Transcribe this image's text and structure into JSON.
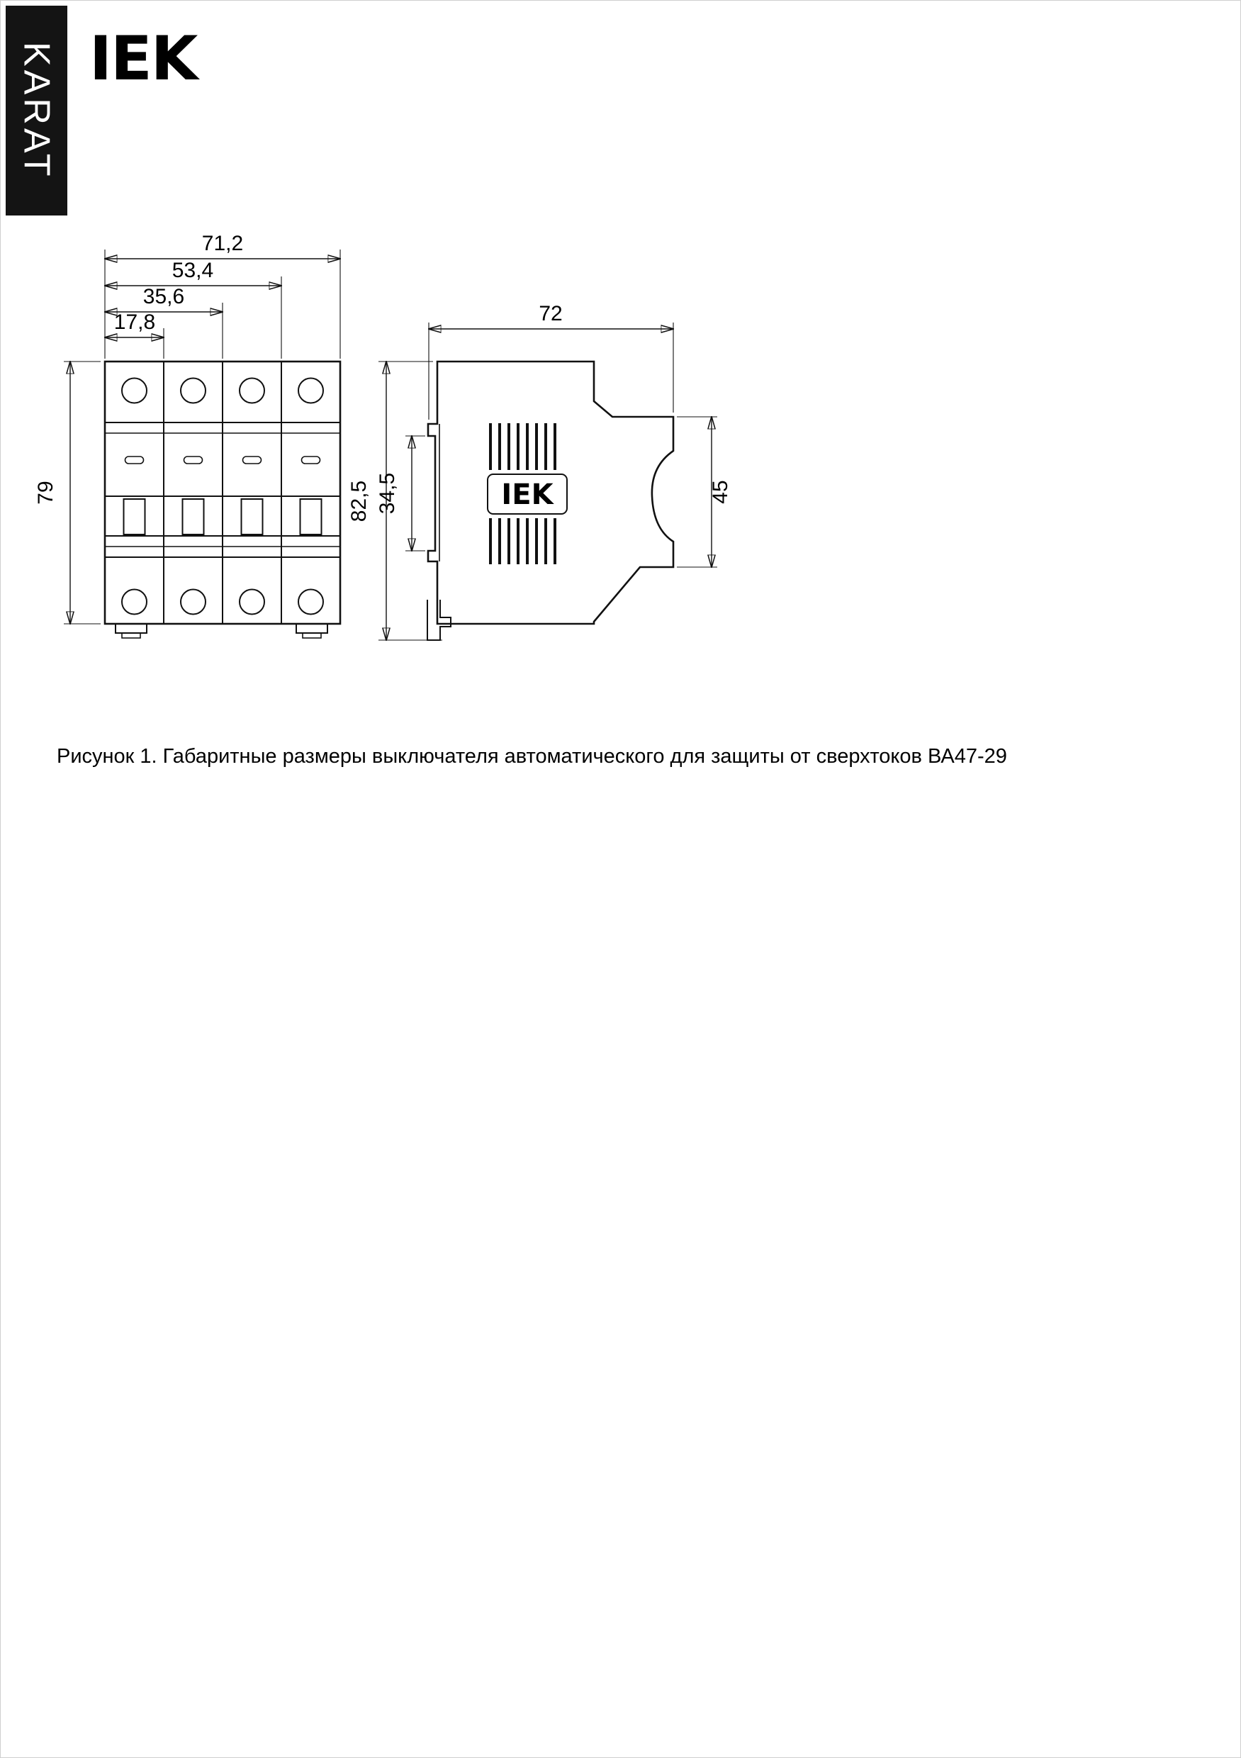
{
  "brand": {
    "sidebar_label": "KARAT",
    "logo_text": "IEK"
  },
  "drawing": {
    "front_view": {
      "dim_total_width": "71,2",
      "dim_three_modules": "53,4",
      "dim_two_modules": "35,6",
      "dim_one_module": "17,8",
      "dim_height": "79"
    },
    "side_view": {
      "logo_text": "IEK",
      "dim_depth": "72",
      "dim_total_height": "82,5",
      "dim_din_recess": "34,5",
      "dim_front_height": "45"
    }
  },
  "caption": "Рисунок 1. Габаритные размеры выключателя автоматического для защиты от сверхтоков ВА47-29"
}
